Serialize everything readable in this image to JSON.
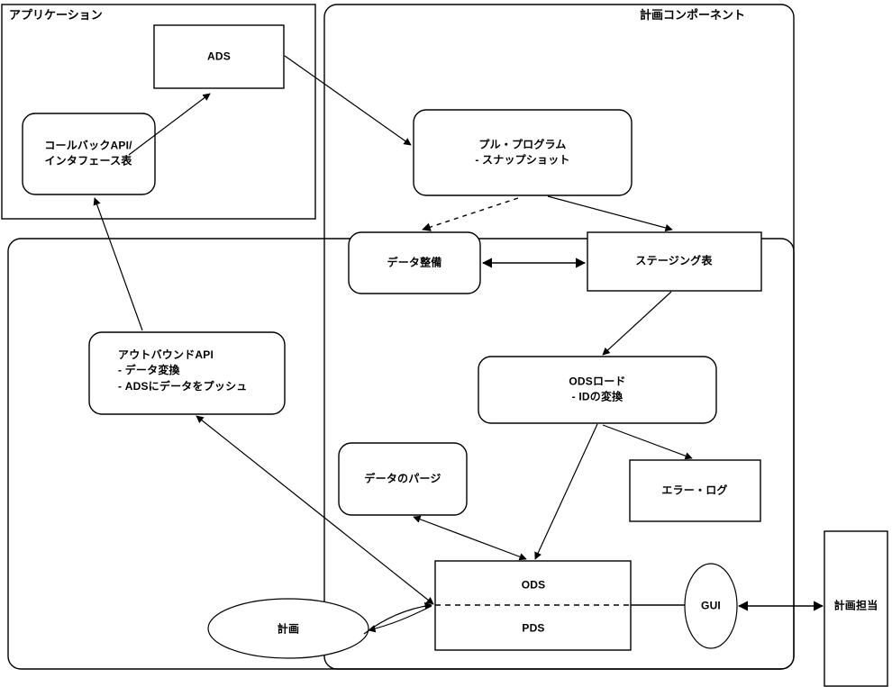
{
  "diagram": {
    "title_left": "アプリケーション",
    "title_right": "計画コンポーネント",
    "containers": [
      {
        "name": "application-container",
        "label": "アプリケーション",
        "shape": "rectangle"
      },
      {
        "name": "application-lower-container",
        "label": "",
        "shape": "rounded-rectangle"
      },
      {
        "name": "planning-component-container",
        "label": "計画コンポーネント",
        "shape": "rounded-rectangle"
      }
    ],
    "nodes": {
      "ads": "ADS",
      "callback_api": "コールバックAPI/\nインタフェース表",
      "pull_program": "プル・プログラム\n- スナップショット",
      "data_preparation": "データ整備",
      "staging_table": "ステージング表",
      "ods_load": "ODSロード\n- IDの変換",
      "error_log": "エラー・ログ",
      "outbound_api": "アウトバウンドAPI\n- データ変換\n- ADSにデータをプッシュ",
      "data_purge": "データのパージ",
      "ods": "ODS",
      "pds": "PDS",
      "plan_ellipse": "計画",
      "gui": "GUI",
      "planner": "計画担当"
    },
    "edges": [
      {
        "from": "callback_api",
        "to": "ads",
        "style": "solid",
        "direction": "one-way"
      },
      {
        "from": "ads",
        "to": "pull_program",
        "style": "solid",
        "direction": "one-way"
      },
      {
        "from": "pull_program",
        "to": "data_preparation",
        "style": "dashed",
        "direction": "one-way"
      },
      {
        "from": "pull_program",
        "to": "staging_table",
        "style": "solid",
        "direction": "one-way"
      },
      {
        "from": "data_preparation",
        "to": "staging_table",
        "style": "solid",
        "direction": "two-way"
      },
      {
        "from": "staging_table",
        "to": "ods_load",
        "style": "solid",
        "direction": "one-way"
      },
      {
        "from": "ods_load",
        "to": "error_log",
        "style": "solid",
        "direction": "one-way"
      },
      {
        "from": "ods_load",
        "to": "ods",
        "style": "solid",
        "direction": "one-way"
      },
      {
        "from": "data_purge",
        "to": "ods",
        "style": "solid",
        "direction": "two-way"
      },
      {
        "from": "ods",
        "to": "outbound_api",
        "style": "solid",
        "direction": "two-way"
      },
      {
        "from": "outbound_api",
        "to": "callback_api",
        "style": "solid",
        "direction": "one-way"
      },
      {
        "from": "plan_ellipse",
        "to": "ods_pds",
        "style": "solid",
        "direction": "two-way"
      },
      {
        "from": "ods_pds",
        "to": "gui",
        "style": "solid",
        "direction": "none"
      },
      {
        "from": "gui",
        "to": "planner",
        "style": "solid",
        "direction": "two-way"
      }
    ],
    "colors": {
      "stroke": "#000000",
      "fill": "#ffffff",
      "text": "#000000"
    }
  }
}
